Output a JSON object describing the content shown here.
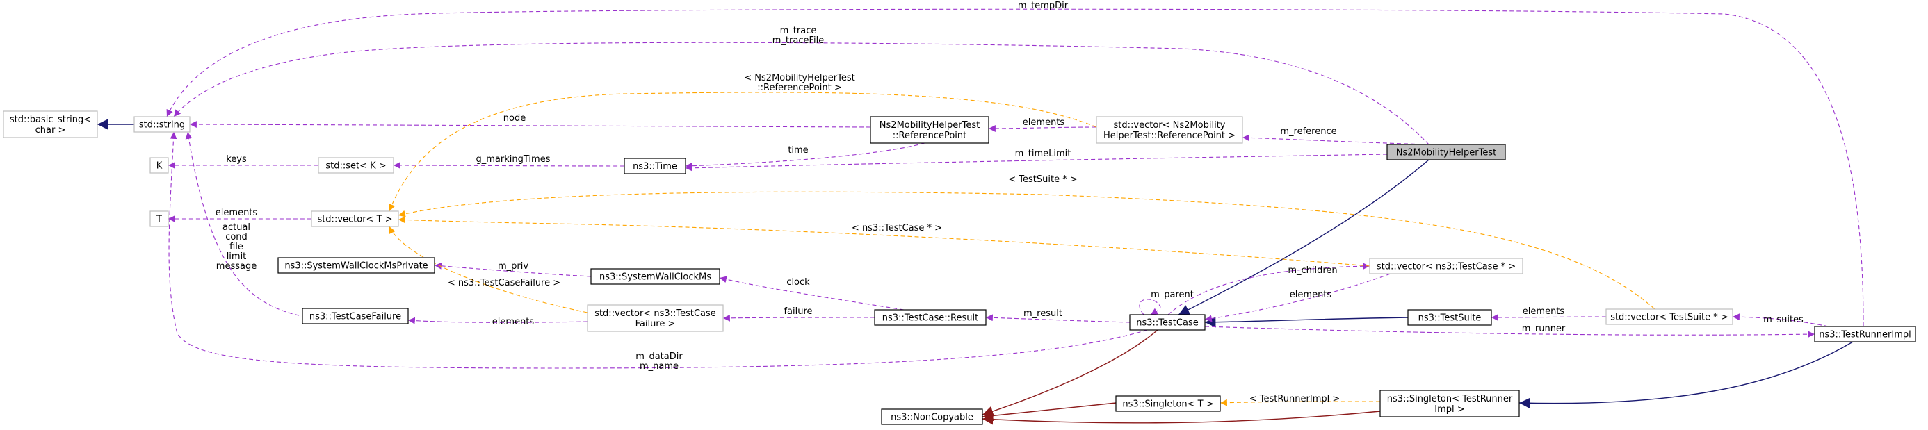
{
  "colors": {
    "usage": "#9a32cd",
    "template": "#ffa500",
    "inherit_public": "#191970",
    "inherit_private": "#8b1a1a",
    "node_border_defined": "#000000",
    "node_border_undefined": "#bfbfbf",
    "node_fill_focus": "#bfbfbf",
    "node_fill": "#ffffff"
  },
  "nodes": {
    "basic_string": [
      "std::basic_string<",
      "char >"
    ],
    "string": [
      "std::string"
    ],
    "k": [
      "K"
    ],
    "t": [
      "T"
    ],
    "set": [
      "std::set< K >"
    ],
    "vector_t": [
      "std::vector< T >"
    ],
    "time": [
      "ns3::Time"
    ],
    "refpoint": [
      "Ns2MobilityHelperTest",
      "::ReferencePoint"
    ],
    "vector_ref": [
      "std::vector< Ns2Mobility",
      "HelperTest::ReferencePoint >"
    ],
    "focus": [
      "Ns2MobilityHelperTest"
    ],
    "swc_private": [
      "ns3::SystemWallClockMsPrivate"
    ],
    "swc": [
      "ns3::SystemWallClockMs"
    ],
    "testcasefailure": [
      "ns3::TestCaseFailure"
    ],
    "vector_failure": [
      "std::vector< ns3::TestCase",
      "Failure >"
    ],
    "result": [
      "ns3::TestCase::Result"
    ],
    "testcase": [
      "ns3::TestCase"
    ],
    "vector_testcase": [
      "std::vector< ns3::TestCase * >"
    ],
    "testsuite": [
      "ns3::TestSuite"
    ],
    "vector_suite": [
      "std::vector< TestSuite * >"
    ],
    "runnerimpl": [
      "ns3::TestRunnerImpl"
    ],
    "noncopyable": [
      "ns3::NonCopyable"
    ],
    "singleton_t": [
      "ns3::Singleton< T >"
    ],
    "singleton_runner": [
      "ns3::Singleton< TestRunner",
      "Impl >"
    ]
  },
  "edge_labels": {
    "temp_dir": [
      "m_tempDir"
    ],
    "trace": [
      "m_trace",
      "m_traceFile"
    ],
    "node": [
      "node"
    ],
    "keys": [
      "keys"
    ],
    "marking_times": [
      "g_markingTimes"
    ],
    "time": [
      "time"
    ],
    "ref_elements": [
      "elements"
    ],
    "tmpl_refpoint": [
      "< Ns2MobilityHelperTest",
      "::ReferencePoint >"
    ],
    "m_reference": [
      "m_reference"
    ],
    "m_time_limit": [
      "m_timeLimit"
    ],
    "tmpl_testsuite": [
      "< TestSuite * >"
    ],
    "t_elements": [
      "elements"
    ],
    "failure_fields": [
      "actual",
      "cond",
      "file",
      "limit",
      "message"
    ],
    "tmpl_testcase": [
      "< ns3::TestCase * >"
    ],
    "m_priv": [
      "m_priv"
    ],
    "tmpl_failure": [
      "< ns3::TestCaseFailure >"
    ],
    "clock": [
      "clock"
    ],
    "m_children": [
      "m_children"
    ],
    "m_parent": [
      "m_parent"
    ],
    "tc_elements": [
      "elements"
    ],
    "suite_elements": [
      "elements"
    ],
    "m_suites": [
      "m_suites"
    ],
    "failure_elements": [
      "elements"
    ],
    "failure": [
      "failure"
    ],
    "m_result": [
      "m_result"
    ],
    "m_runner": [
      "m_runner"
    ],
    "data_dir": [
      "m_dataDir",
      "m_name"
    ],
    "tmpl_runner": [
      "< TestRunnerImpl >"
    ]
  }
}
